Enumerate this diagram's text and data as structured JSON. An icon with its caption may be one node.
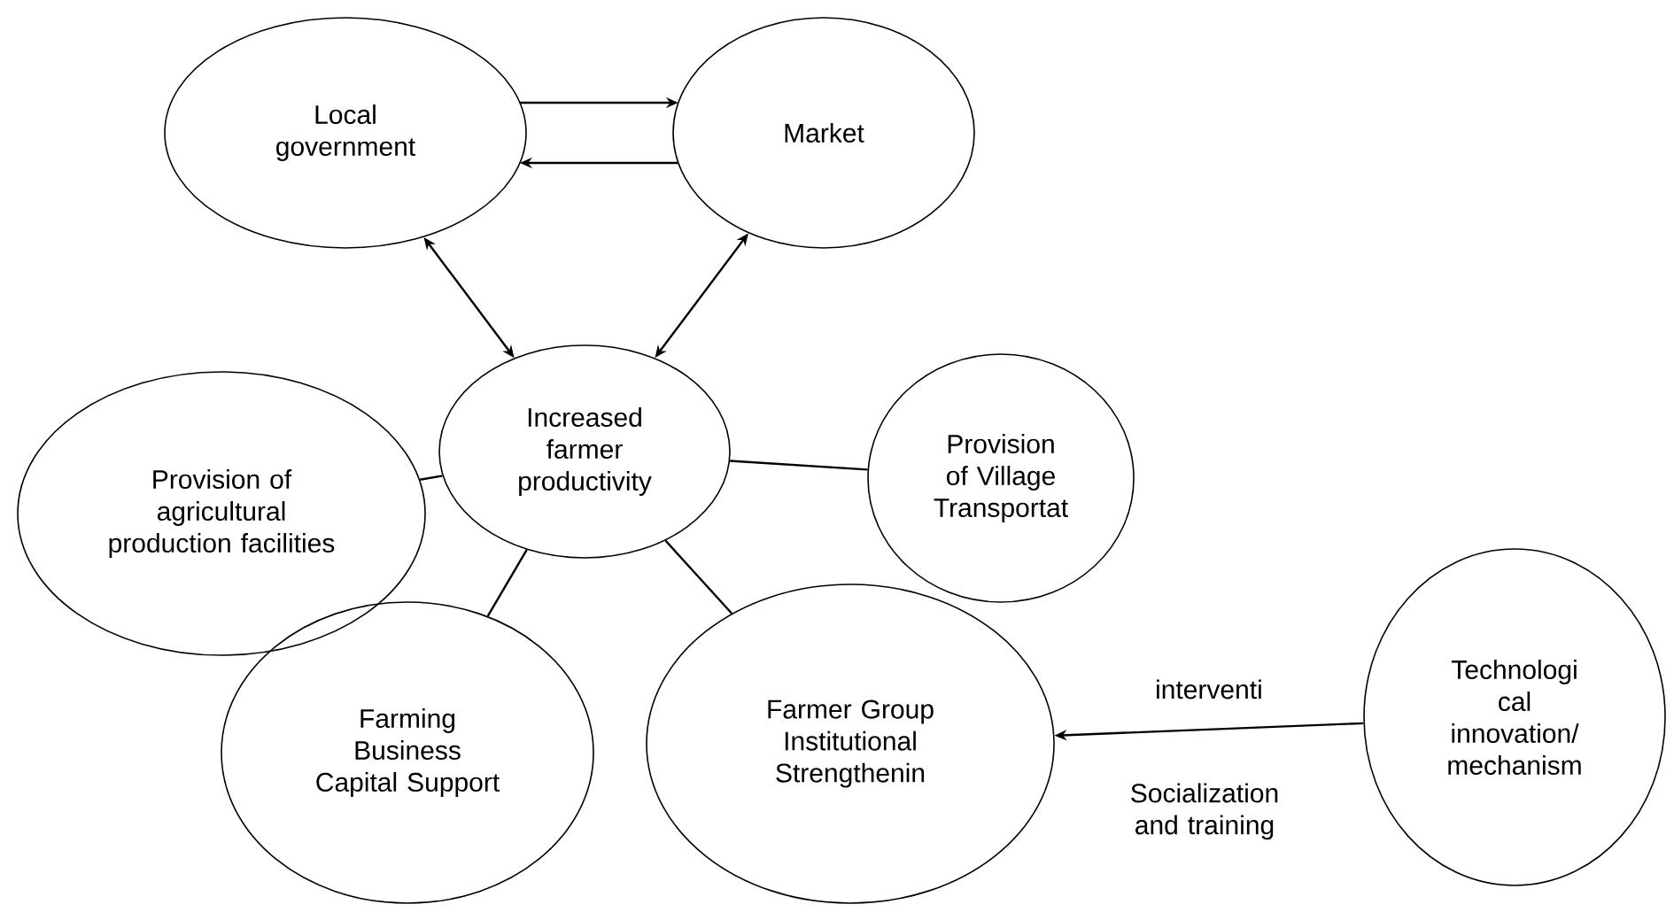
{
  "diagram": {
    "nodes": [
      {
        "text": [
          "Local government"
        ]
      },
      {
        "text": [
          "Market"
        ]
      },
      {
        "text": [
          "Increased farmer productivity"
        ]
      },
      {
        "text": [
          "Provision of agricultural production facilities"
        ]
      },
      {
        "text": [
          "Provision of Village Transportat"
        ]
      },
      {
        "text": [
          "Farming Business Capital Support"
        ]
      },
      {
        "text": [
          "Farmer Group Institutional Strengthenin"
        ]
      },
      {
        "text": [
          "Technologi cal innovation/ mechanism"
        ]
      }
    ],
    "edges": [
      {
        "from": 0,
        "to": 1,
        "arrow": "to"
      },
      {
        "from": 1,
        "to": 0,
        "arrow": "to"
      },
      {
        "from": 0,
        "to": 2,
        "arrow": "both"
      },
      {
        "from": 1,
        "to": 2,
        "arrow": "both"
      },
      {
        "from": 2,
        "to": 3,
        "arrow": "none"
      },
      {
        "from": 2,
        "to": 4,
        "arrow": "none"
      },
      {
        "from": 2,
        "to": 5,
        "arrow": "none"
      },
      {
        "from": 2,
        "to": 6,
        "arrow": "none"
      },
      {
        "from": 7,
        "to": 6,
        "arrow": "to",
        "label": "interventi"
      }
    ],
    "labels": [
      "Socialization and training"
    ]
  }
}
